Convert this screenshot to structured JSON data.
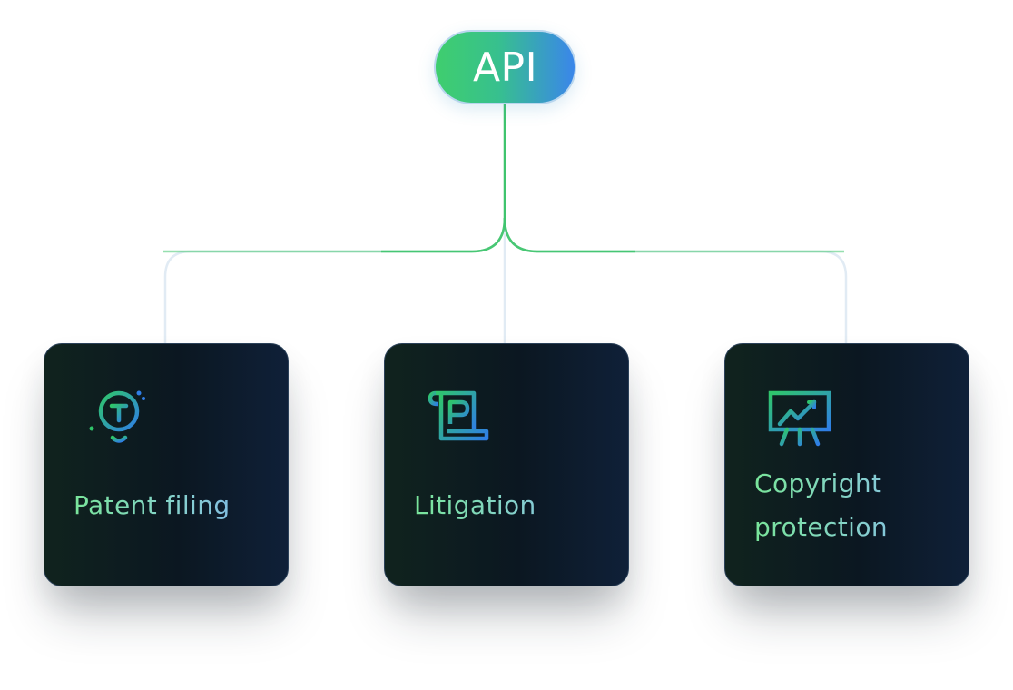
{
  "root": {
    "label": "API"
  },
  "branches": [
    {
      "label": "Patent filing",
      "icon": "lightbulb-icon"
    },
    {
      "label": "Litigation",
      "icon": "scroll-document-icon"
    },
    {
      "label": "Copyright protection",
      "icon": "presentation-chart-icon"
    }
  ],
  "colors": {
    "pill_gradient": [
      "#3fce6e",
      "#3a86ea"
    ],
    "connector_active": "#3fc46e",
    "connector_faint": "#dfeaf4",
    "card_background": "#0b1721",
    "label_gradient": [
      "#79e59a",
      "#7eaff0"
    ]
  }
}
